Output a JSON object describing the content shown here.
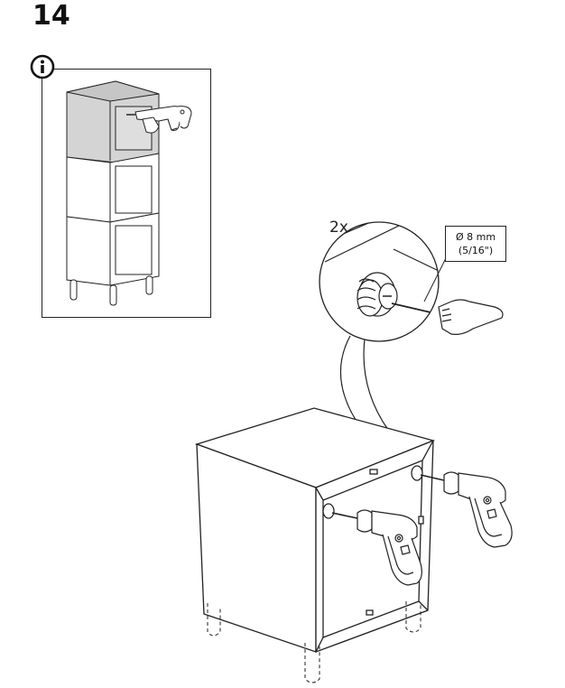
{
  "step": {
    "number": "14"
  },
  "info": {
    "icon": "info-icon"
  },
  "detail": {
    "quantity": "2x",
    "drill_bit_size": "Ø 8 mm",
    "drill_bit_size_imperial": "(5/16\")"
  },
  "icons": [
    "info-icon",
    "drill-icon",
    "cabinet-illustration",
    "magnifier-callout"
  ]
}
